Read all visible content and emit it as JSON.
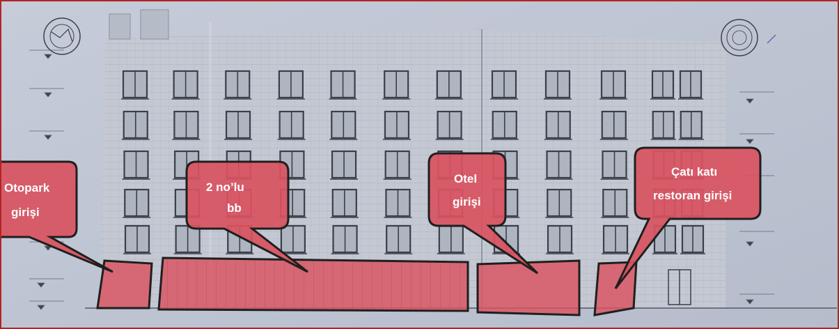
{
  "colors": {
    "highlight_fill": "#d9535f",
    "highlight_stroke": "#1f1f1f",
    "paper": "#c9cfdb",
    "facade": "#bfc4cf",
    "window_frame": "#3a3f4a",
    "frame_border": "#b32424"
  },
  "stamps": {
    "left": "stamp-seal",
    "right": "stamp-seal"
  },
  "callouts": [
    {
      "line1": "Otopark",
      "line2": "girişi"
    },
    {
      "line1": "2 no’lu",
      "line2": "bb"
    },
    {
      "line1": "Otel",
      "line2": "girişi"
    },
    {
      "line1": "Çatı katı",
      "line2": "restoran girişi"
    }
  ]
}
